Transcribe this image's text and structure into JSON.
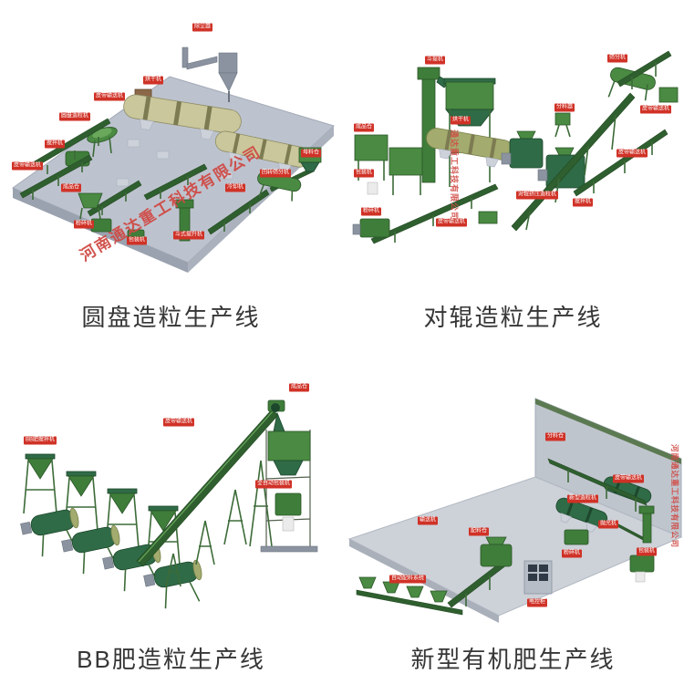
{
  "watermark": {
    "full": "河南通达重工科技有限公司",
    "short": "通达重工科技有限公司"
  },
  "colors": {
    "machine_green": "#3f7d3a",
    "dark_green": "#2f6b46",
    "platform_gray": "#bdc3ce",
    "label_red": "#d03227",
    "watermark_red": "#cf4a45",
    "drum_tan": "#c9c79b"
  },
  "products": [
    {
      "caption": "圆盘造粒生产线",
      "labels": [
        "除尘器",
        "烘干机",
        "皮带输送机",
        "圆盘造粒机",
        "搅拌机",
        "皮带输送机",
        "成品仓",
        "粉碎机",
        "包装机",
        "斗式提升机",
        "冷却机",
        "回转筛分机",
        "母料仓"
      ]
    },
    {
      "caption": "对辊造粒生产线",
      "labels": [
        "成品仓",
        "斗提机",
        "包装机",
        "粉碎机",
        "皮带输送机",
        "对辊挤压造粒机",
        "搅拌机",
        "分料器",
        "筛分机",
        "皮带输送机",
        "皮带输送机",
        "烘干机"
      ]
    },
    {
      "caption": "BB肥造粒生产线",
      "labels": [
        "BB肥搅拌机",
        "皮带输送机",
        "成品仓",
        "全自动包装机"
      ]
    },
    {
      "caption": "新型有机肥生产线",
      "labels": [
        "分料仓",
        "输送机",
        "配料仓",
        "新型造粒机",
        "抛光机",
        "皮带输送机",
        "包装机",
        "粉碎机",
        "自动配料系统",
        "电控柜"
      ]
    }
  ]
}
